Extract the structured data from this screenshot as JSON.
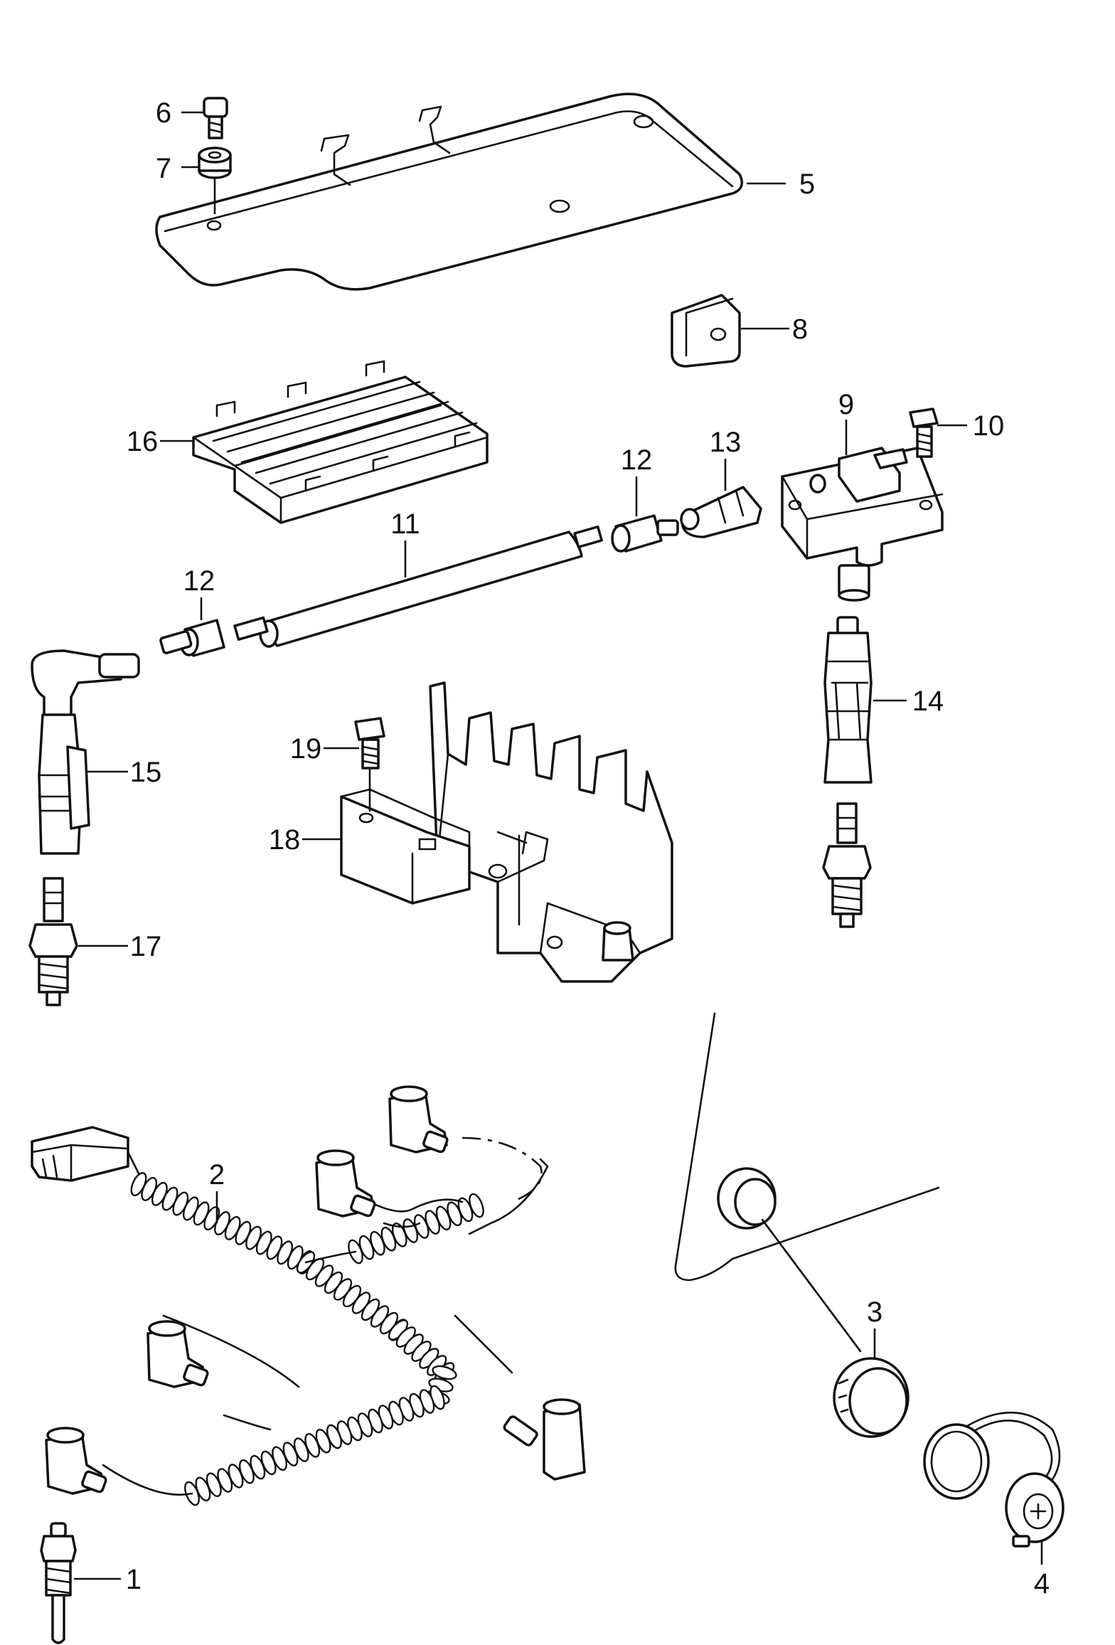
{
  "diagram": {
    "callouts": {
      "c1": "1",
      "c2": "2",
      "c3": "3",
      "c4": "4",
      "c5": "5",
      "c6": "6",
      "c7": "7",
      "c8": "8",
      "c9": "9",
      "c10": "10",
      "c11": "11",
      "c12a": "12",
      "c12b": "12",
      "c13": "13",
      "c14": "14",
      "c15": "15",
      "c16": "16",
      "c17": "17",
      "c18": "18",
      "c19": "19"
    }
  }
}
